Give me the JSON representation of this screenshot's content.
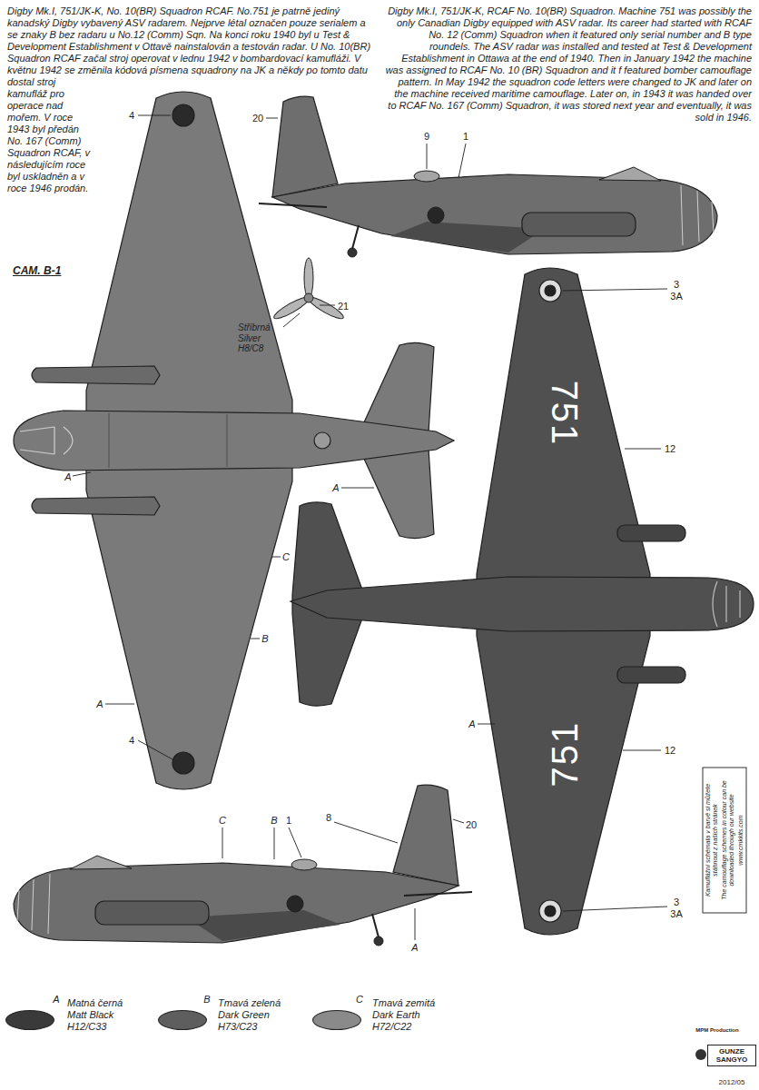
{
  "diagram": {
    "nodes": [
      {
        "text": [
          "GUNZE SANGYO"
        ]
      }
    ],
    "labels": [
      "Digby Mk.I, 751/JK-K, No. 10(BR) Squadron RCAF. No.751 je patrně jediný kanadský Digby vybavený ASV radarem. Nejprve létal označen pouze serialem a se znaky B bez radaru u No.12 (Comm) Sqn. Na konci roku 1940 byl u Test & Development Establishment v Ottavě nainstalován a testován radar. U No. 10(BR) Squadron RCAF začal stroj operovat v lednu 1942 v bombardovací kamufláži. V květnu 1942 se změnila kódová písmena squadrony na JK a někdy po tomto datu dostal stroj kamufláž pro operace nad mořem. V roce 1943 byl předán No. 167 (Comm) Squadron RCAF, v následujícím roce byl uskladněn a v roce 1946 prodán.",
      "Digby Mk.I, 751/JK-K, RCAF No. 10(BR) Squadron. Machine 751 was possibly the only Canadian Digby equipped with ASV radar. Its career had started with RCAF No. 12 (Comm) Squadron when it featured only serial number and B type roundels. The ASV radar was installed and tested at Test & Development Establishment in Ottawa at the end of 1940. Then in January 1942 the machine was assigned to RCAF No. 10 (BR) Squadron and it f featured bomber camouflage pattern. In May 1942 the squadron code letters were changed to JK and later on the machine received maritime camouflage. Later on, in 1943 it was handed over to RCAF No. 167 (Comm) Squadron, it was stored next year and eventually, it was sold in 1946.",
      "CAM. B-1",
      "4",
      "20",
      "9",
      "1",
      "Stříbrná Silver H8/C8",
      "21",
      "3",
      "3A",
      "A",
      "A",
      "751",
      "12",
      "C",
      "B",
      "A",
      "A",
      "751",
      "12",
      "4",
      "20",
      "C",
      "B",
      "1",
      "8",
      "3",
      "3A",
      "A",
      "Kamuflážní schémata v barvě si můžete stáhnout z našich stránek",
      "The camouflage schemes in colour can be downloaded through our website",
      "www.cmkkits.com",
      "A",
      "B",
      "C",
      "MPM Production",
      "2012/05"
    ],
    "legend": [
      {
        "text": "Matná černá Matt Black H12/C33",
        "color": "#3a3a3a"
      },
      {
        "text": "Tmavá zelená Dark Green H73/C23",
        "color": "#5e5e5e"
      },
      {
        "text": "Tmavá zemitá Dark Earth H72/C22",
        "color": "#8a8a8a"
      }
    ]
  }
}
